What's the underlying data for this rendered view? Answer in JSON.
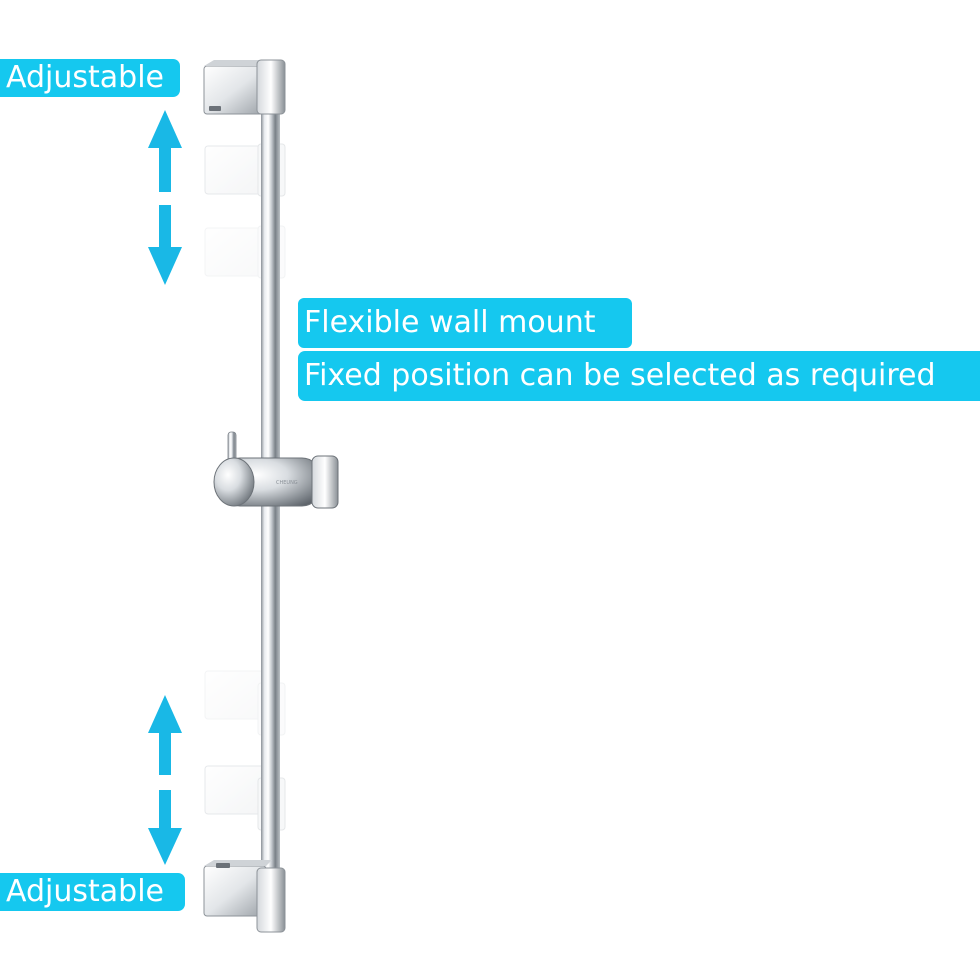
{
  "labels": {
    "top_adjustable": "Adjustable",
    "flexible_mount": "Flexible wall mount",
    "fixed_position": "Fixed position can be selected as required",
    "bottom_adjustable": "Adjustable",
    "bracket_engraving": "CHEUNG"
  },
  "colors": {
    "accent": "#15c8ef",
    "arrow": "#19b8e6",
    "chrome_light": "#f4f6f8",
    "chrome_dark": "#7f868d"
  },
  "icons": {
    "arrow_up": "arrow-up-icon",
    "arrow_down": "arrow-down-icon"
  }
}
